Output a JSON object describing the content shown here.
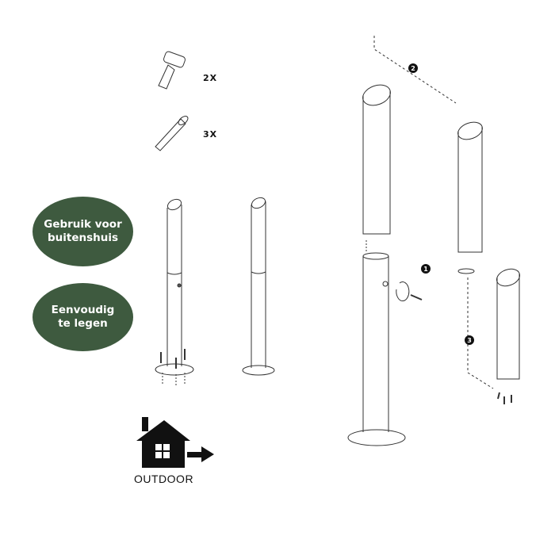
{
  "badges": [
    {
      "line1": "Gebruik voor",
      "line2": "buitenshuis"
    },
    {
      "line1": "Eenvoudig",
      "line2": "te legen"
    }
  ],
  "parts": [
    {
      "icon": "key-icon",
      "qty": "2X"
    },
    {
      "icon": "anchor-bolt-icon",
      "qty": "3X"
    }
  ],
  "outdoor": {
    "label": "OUTDOOR",
    "icon": "house-arrow-icon"
  },
  "steps": [
    "1",
    "2",
    "3"
  ],
  "colors": {
    "badge": "#3e5a3f",
    "line": "#333333"
  }
}
